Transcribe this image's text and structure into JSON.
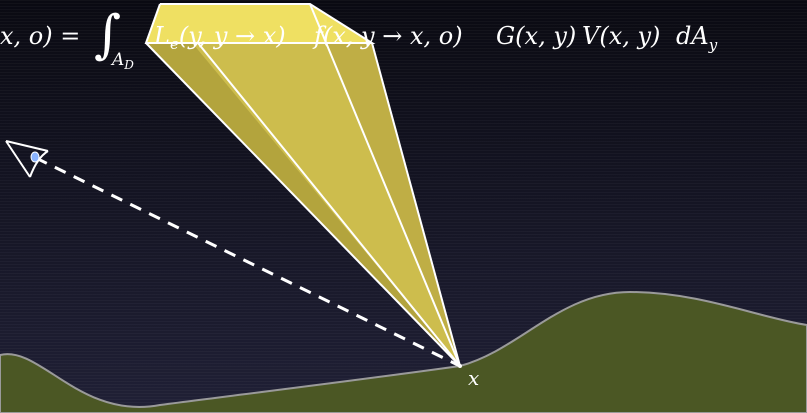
{
  "equation": {
    "lhs": "x, o) =",
    "integral_sign": "∫",
    "integral_subscript": "A",
    "integral_subscript_sub": "D",
    "integrand_emission": "L",
    "integrand_emission_sub": "e",
    "integrand_emission_args": "(y, y → x)",
    "integrand_brdf": "f(x, y → x, o)",
    "integrand_geometry": "G(x, y)",
    "integrand_visibility": "V(x, y)",
    "integrand_measure": "dA",
    "integrand_measure_sub": "y"
  },
  "point_label": "x",
  "colors": {
    "background_top": "#0a0a12",
    "background_bottom": "#202036",
    "ground_fill": "#4b5724",
    "ground_stroke": "#9a9a9a",
    "frustum_fill": "#c9b94a",
    "frustum_top_fill": "#efe062",
    "frustum_edge": "#ffffff",
    "eye_pupil": "#8ab4ff",
    "sight_line": "#ffffff"
  },
  "icons": {
    "eye": "eye-icon",
    "light_source": "light-frustum"
  }
}
